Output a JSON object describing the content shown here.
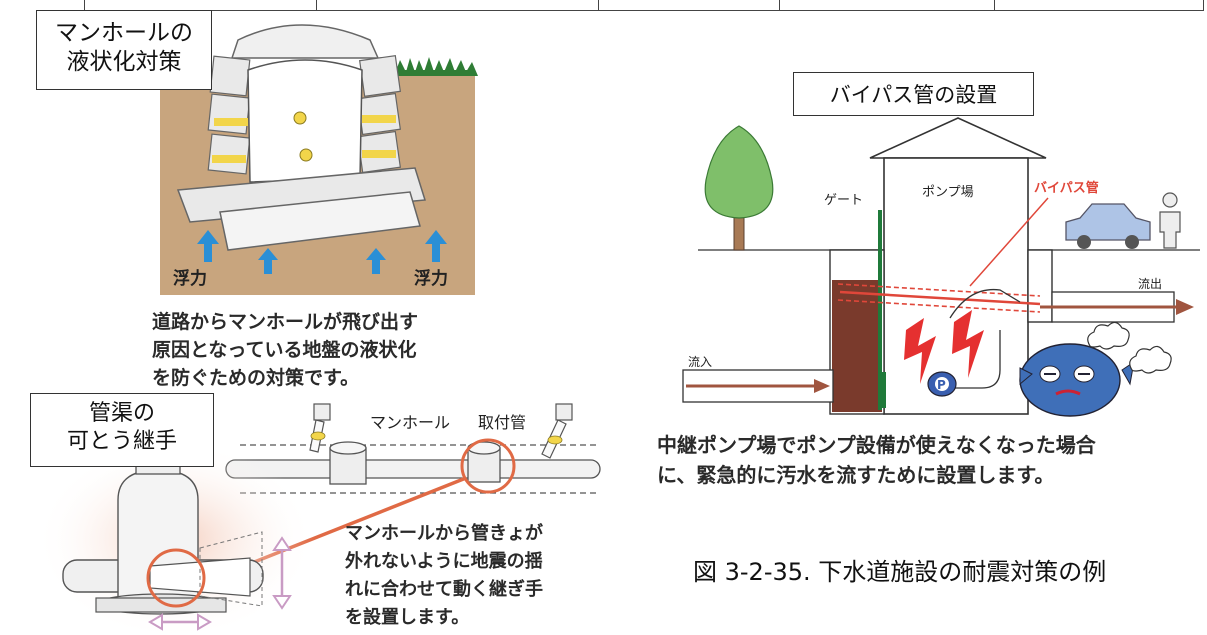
{
  "manhole": {
    "label_line1": "マンホールの",
    "label_line2": "液状化対策",
    "buoyancy_left": "浮力",
    "buoyancy_right": "浮力",
    "description": [
      "道路からマンホールが飛び出す",
      "原因となっている地盤の液状化",
      "を防ぐための対策です。"
    ]
  },
  "joint": {
    "label_line1": "管渠の",
    "label_line2": "可とう継手",
    "manhole_label": "マンホール",
    "pipe_label": "取付管",
    "description": [
      "マンホールから管きょが",
      "外れないように地震の揺",
      "れに合わせて動く継ぎ手",
      "を設置します。"
    ]
  },
  "bypass": {
    "label": "バイパス管の設置",
    "gate_label": "ゲート",
    "pump_station_label": "ポンプ場",
    "bypass_pipe_label": "バイパス管",
    "outflow_label": "流出",
    "inflow_label": "流入",
    "pump_letter": "P",
    "description": [
      "中継ポンプ場でポンプ設備が使えなくなった場合",
      "に、緊急的に汚水を流すために設置します。"
    ]
  },
  "figure": {
    "caption": "図 3-2-35. 下水道施設の耐震対策の例"
  },
  "colors": {
    "soil": "#c8a57e",
    "arrow_blue": "#2a8fd6",
    "pipe_brown": "#a0553f",
    "bypass_red": "#e0473a",
    "lightning": "#e53030",
    "joint_orange": "#e06a45",
    "gate_green": "#1f7a3a",
    "grass": "#2f7d35",
    "tree": "#4f9a4a",
    "car": "#6b8fc7"
  }
}
